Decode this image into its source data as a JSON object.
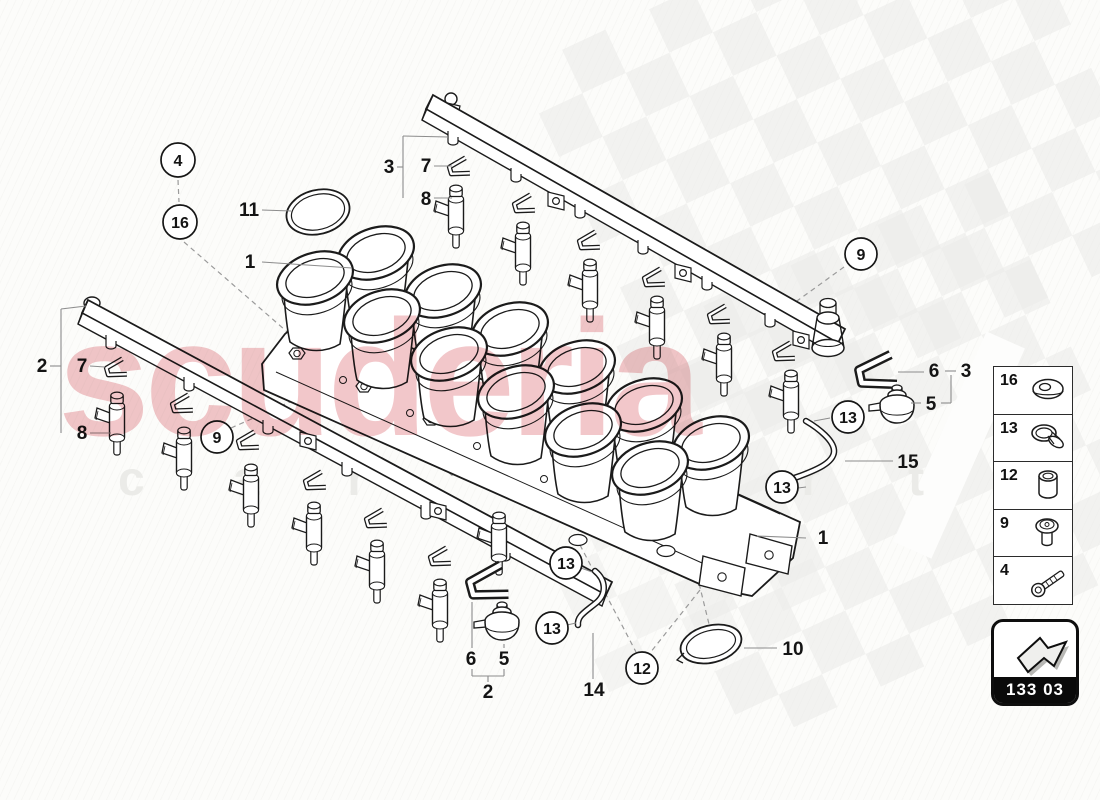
{
  "watermark": {
    "brand": "scuderia",
    "tagline": "car parts"
  },
  "colors": {
    "watermark_pink": "#eeb7bb",
    "checker_gray": "#ececea",
    "line_ink": "#1b1b1b",
    "leader_gray": "#8c8c8c"
  },
  "callouts": {
    "plain": {
      "p11": "11",
      "p1a": "1",
      "p3a": "3",
      "p7a": "7",
      "p8a": "8",
      "p2a": "2",
      "p7b": "7",
      "p8b": "8",
      "p6a": "6",
      "p3b": "3",
      "p5a": "5",
      "p15": "15",
      "p1b": "1",
      "p10": "10",
      "p14": "14",
      "p6b": "6",
      "p5b": "5",
      "p2b": "2"
    },
    "circled": {
      "c4": "4",
      "c16": "16",
      "c9a": "9",
      "c9b": "9",
      "c13a": "13",
      "c13b": "13",
      "c13c": "13",
      "c13d": "13",
      "c12": "12"
    }
  },
  "legend": {
    "rows": [
      {
        "num": "16"
      },
      {
        "num": "13"
      },
      {
        "num": "12"
      },
      {
        "num": "9"
      },
      {
        "num": "4"
      }
    ]
  },
  "badge": {
    "code": "133 03"
  }
}
